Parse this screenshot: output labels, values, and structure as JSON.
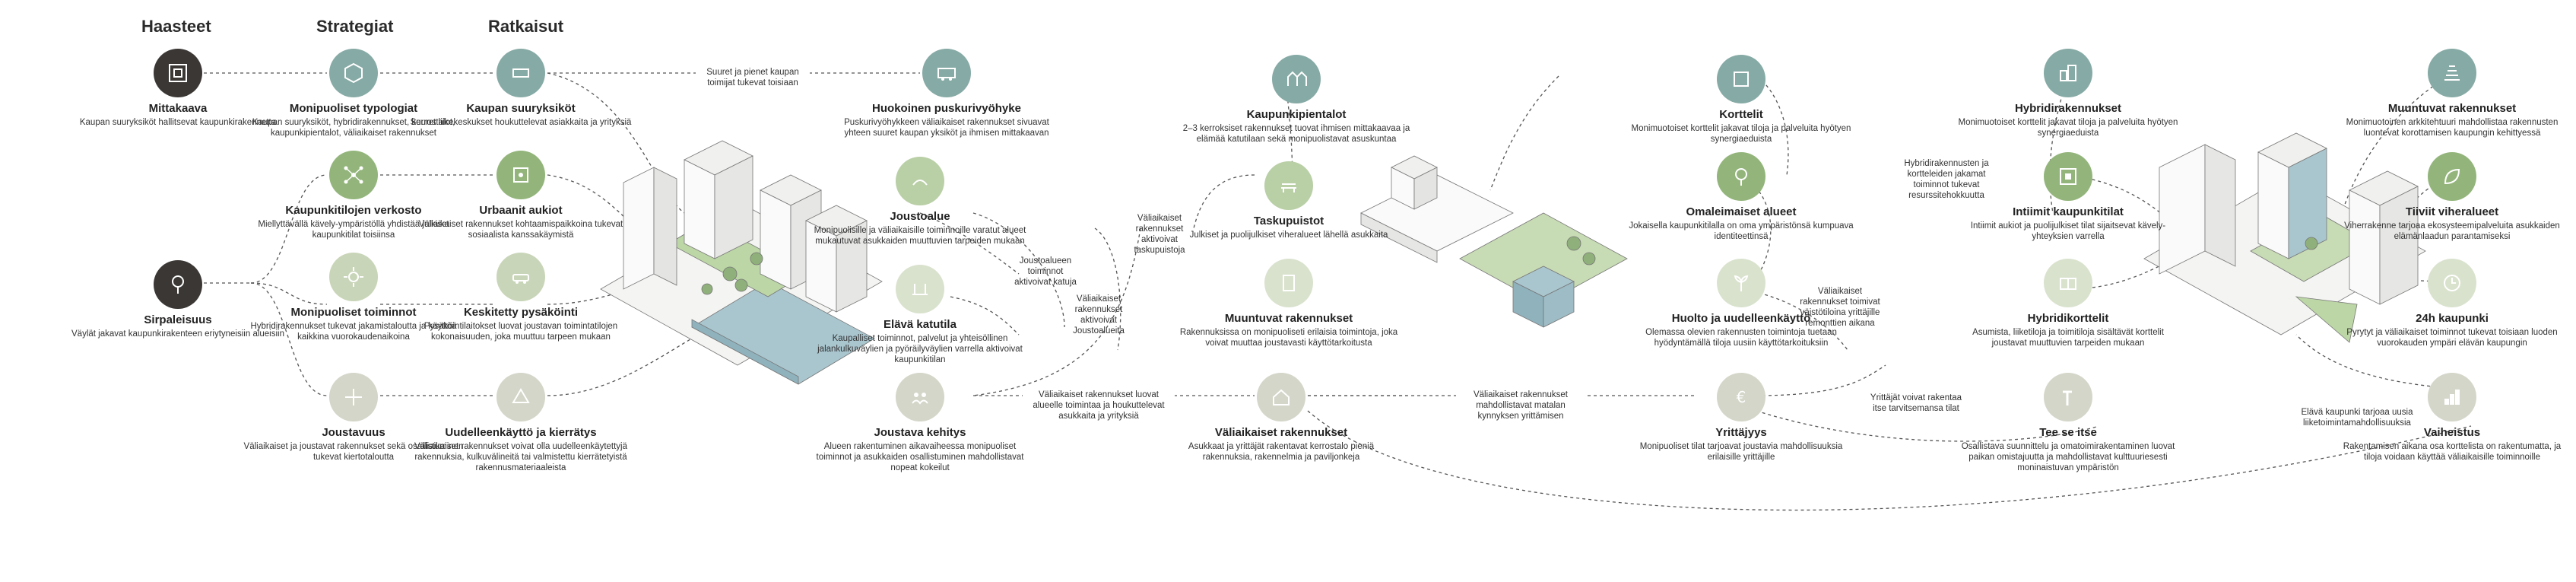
{
  "headers": {
    "haasteet": "Haasteet",
    "strategiat": "Strategiat",
    "ratkaisut": "Ratkaisut"
  },
  "nodes": {
    "mittakaava": {
      "title": "Mittakaava",
      "desc": "Kaupan suuryksiköt hallitsevat kaupunkirakennetta",
      "icon": "map-frame-icon"
    },
    "sirpaleisuus": {
      "title": "Sirpaleisuus",
      "desc": "Väylät jakavat kaupunkirakenteen eriytyneisiin alueisiin",
      "icon": "location-pin-icon"
    },
    "monipuoliset_typologiat": {
      "title": "Monipuoliset typologiat",
      "desc": "Kaupan suuryksiköt, hybridirakennukset, kerrostalot, kaupunkipientalot, väliaikaiset rakennukset",
      "icon": "hexagon-shapes-icon"
    },
    "kaupunkitilojen_verkosto": {
      "title": "Kaupunkitilojen verkosto",
      "desc": "Miellyttävällä kävely-ympäristöllä yhdistää julkiset kaupunkitilat toisiinsa",
      "icon": "network-icon"
    },
    "monipuoliset_toiminnot": {
      "title": "Monipuoliset toiminnot",
      "desc": "Hybridirakennukset tukevat jakamistaloutta ja käyttöä kaikkina vuorokaudenaikoina",
      "icon": "sun-icon"
    },
    "joustavuus": {
      "title": "Joustavuus",
      "desc": "Väliaikaiset ja joustavat rakennukset sekä osallistuminen tukevat kiertotaloutta",
      "icon": "flex-arrows-icon"
    },
    "kaupan_suuryksikot": {
      "title": "Kaupan suuryksiköt",
      "desc": "Suuret liikekeskukset houkuttelevat asiakkaita ja yrityksiä",
      "icon": "rectangle-icon"
    },
    "urbaanit_aukiot": {
      "title": "Urbaanit aukiot",
      "desc": "Väliaikaiset rakennukset kohtaamispaikkoina tukevat sosiaalista kanssakäymistä",
      "icon": "square-plaza-icon"
    },
    "keskitetty_pysakointi": {
      "title": "Keskitetty pysäköinti",
      "desc": "Pysäköintilaitokset luovat joustavan toimintatilojen kokonaisuuden, joka muuttuu tarpeen mukaan",
      "icon": "car-icon"
    },
    "uudelleenkaytto": {
      "title": "Uudelleenkäyttö ja kierrätys",
      "desc": "Väliaikaiset rakennukset voivat olla uudelleenkäytettyjä rakennuksia, kulkuvälineitä tai valmistettu kierrätetyistä rakennusmateriaaleista",
      "icon": "recycle-icon"
    },
    "puskurivyohyke": {
      "title": "Huokoinen puskurivyöhyke",
      "desc": "Puskurivyöhykkeen väliaikaiset rakennukset sivuavat yhteen suuret kaupan yksiköt ja ihmisen mittakaavan",
      "icon": "bus-icon"
    },
    "joustoalue": {
      "title": "Joustoalue",
      "desc": "Monipuolisille ja väliaikaisille toiminnoille varatut alueet mukautuvat asukkaiden muuttuvien tarpeiden mukaan",
      "icon": "hands-icon"
    },
    "elava_katutila": {
      "title": "Elävä katutila",
      "desc": "Kaupalliset toiminnot, palvelut ja yhteisöllinen jalankulkuväylien ja pyöräilyväylien varrella aktivoivat kaupunkitilan",
      "icon": "street-icon"
    },
    "joustava_kehitys": {
      "title": "Joustava kehitys",
      "desc": "Alueen rakentuminen aikavaiheessa monipuoliset toiminnot ja asukkaiden osallistuminen mahdollistavat nopeat kokeilut",
      "icon": "people-icon"
    },
    "kaupunkipientalot": {
      "title": "Kaupunkipientalot",
      "desc": "2–3 kerroksiset rakennukset tuovat ihmisen mittakaavaa ja elämää katutilaan sekä monipuolistavat asuskuntaa",
      "icon": "houses-icon"
    },
    "taskupuistot": {
      "title": "Taskupuistot",
      "desc": "Julkiset ja puolijulkiset viheralueet lähellä asukkaita",
      "icon": "park-bench-icon"
    },
    "muuntuvat1": {
      "title": "Muuntuvat rakennukset",
      "desc": "Rakennuksissa on monipuoliseti erilaisia toimintoja, joka voivat muuttaa joustavasti käyttötarkoitusta",
      "icon": "building-icon"
    },
    "valiaikaiset": {
      "title": "Väliaikaiset rakennukset",
      "desc": "Asukkaat ja yrittäjät rakentavat kerrostalo pieniä rakennuksia, rakennelmia ja paviljonkeja",
      "icon": "house-icon"
    },
    "korttelit": {
      "title": "Korttelit",
      "desc": "Monimuotoiset korttelit jakavat tiloja ja palveluita hyötyen synergiaeduista",
      "icon": "block-icon"
    },
    "omaleimaiset": {
      "title": "Omaleimaiset alueet",
      "desc": "Jokaisella kaupunkitilalla on oma ympäristönsä kumpuava identiteettinsä",
      "icon": "tree-icon"
    },
    "huolto": {
      "title": "Huolto ja uudelleenkäyttö",
      "desc": "Olemassa olevien rakennusten toimintoja tuetaan hyödyntämällä tiloja uusiin käyttötarkoituksiin",
      "icon": "sprout-icon"
    },
    "yrittajyys": {
      "title": "Yrittäjyys",
      "desc": "Monipuoliset tilat tarjoavat joustavia mahdollisuuksia erilaisille yrittäjille",
      "icon": "euro-icon"
    },
    "hybridirakennukset": {
      "title": "Hybridirakennukset",
      "desc": "Monimuotoiset korttelit jakavat tiloja ja palveluita hyötyen synergiaeduista",
      "icon": "hybrid-building-icon"
    },
    "intiimit": {
      "title": "Intiimit kaupunkitilat",
      "desc": "Intiimit aukiot ja puolijulkiset tilat sijaitsevat kävely-yhteyksien varrella",
      "icon": "courtyard-icon"
    },
    "hybridikorttelit": {
      "title": "Hybridikorttelit",
      "desc": "Asumista, liiketiloja ja toimitiloja sisältävät korttelit joustavat muuttuvien tarpeiden mukaan",
      "icon": "mixed-block-icon"
    },
    "tee_se_itse": {
      "title": "Tee se itse",
      "desc": "Osallistava suunnittelu ja omatoimirakentaminen luovat paikan omistajuutta ja mahdollistavat kulttuuriesesti moninaistuvan ympäristön",
      "icon": "hammer-icon"
    },
    "muuntuvat2": {
      "title": "Muuntuvat rakennukset",
      "desc": "Monimuotoinen arkkitehtuuri mahdollistaa rakennusten luontevat korottamisen kaupungin kehittyessä",
      "icon": "stacked-building-icon"
    },
    "tiivit": {
      "title": "Tiiviit viheralueet",
      "desc": "Viherrakenne tarjoaa ekosysteemipalveluita asukkaiden elämänlaadun parantamiseksi",
      "icon": "leaf-icon"
    },
    "kaupunki24": {
      "title": "24h kaupunki",
      "desc": "Pyrytyt ja väliaikaiset toiminnot tukevat toisiaan luoden vuorokauden ympäri elävän kaupungin",
      "icon": "clock-icon"
    },
    "vaiheistus": {
      "title": "Vaiheistus",
      "desc": "Rakentamisen aikana osa korttelista on rakentumatta, ja tiloja voidaan käyttää väliaikaisille toiminnoille",
      "icon": "phases-icon"
    }
  },
  "connector_labels": {
    "suuret_pienet": "Suuret ja pienet kaupan toimijat tukevat toisiaan",
    "joustoalueen": "Joustoalueen toiminnot aktivoivat katuja",
    "valiaikaiset_joustoalueita": "Väliaikaiset rakennukset aktivoivat Joustoalueita",
    "valiaikaiset_taskupuistoja": "Väliaikaiset rakennukset aktivoivat taskupuistoja",
    "valiaikaiset_luovat": "Väliaikaiset rakennukset luovat alueelle toimintaa ja houkuttelevat asukkaita ja yrityksiä",
    "valiaikaiset_mahdollistavat": "Väliaikaiset rakennukset mahdollistavat matalan kynnyksen yrittämisen",
    "valiaikaiset_vaiheistus": "Väliaikaiset rakennukset toimivat väistötiloina yrittäjille remonttien aikana",
    "yrittajat_voivat": "Yrittäjät voivat rakentaa itse tarvitsemansa tilat",
    "hybridirakennusten": "Hybridirakennusten ja kortteleiden jakamat toiminnot tukevat resurssitehokkuutta",
    "elava_kaupunki": "Elävä kaupunki tarjoaa uusia liiketoimintamahdollisuuksia"
  }
}
